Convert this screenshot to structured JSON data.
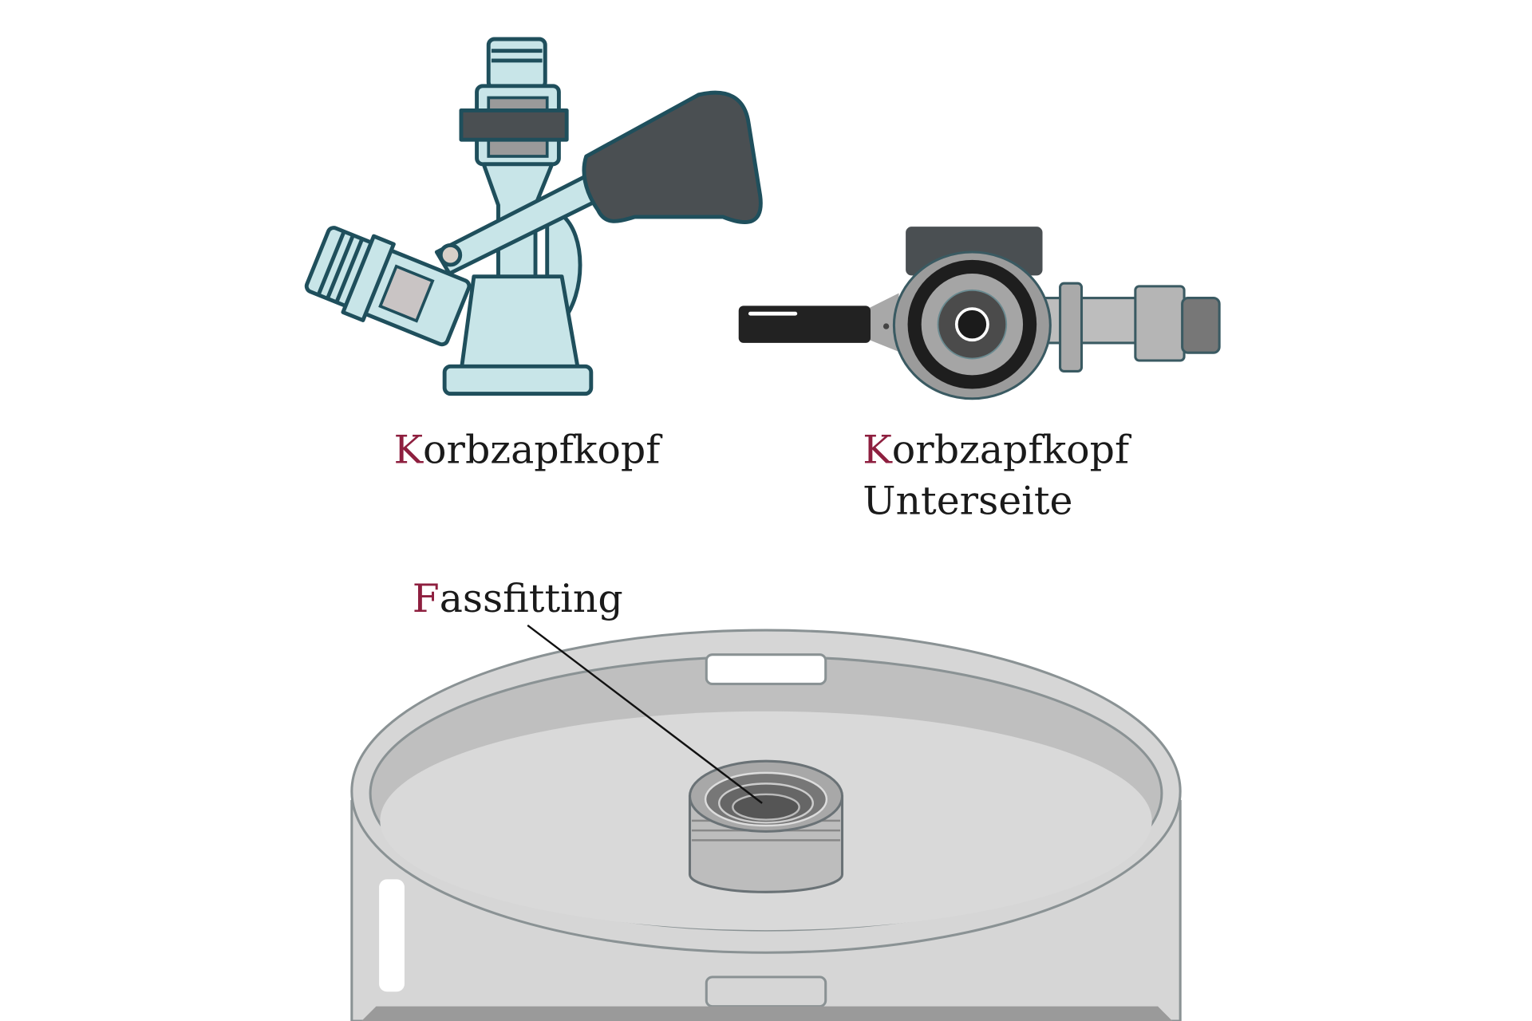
{
  "labels": {
    "coupler": "Korbzapfkopf",
    "coupler_bottom_line1": "Korbzapfkopf",
    "coupler_bottom_line2": "Unterseite",
    "keg_fitting": "Fassfitting"
  },
  "colors": {
    "accent_initial": "#8e1f3f",
    "coupler_body": "#c8e5e8",
    "outline": "#1f4f5c",
    "handle": "#4a4f52",
    "keg": "#d6d6d6"
  }
}
